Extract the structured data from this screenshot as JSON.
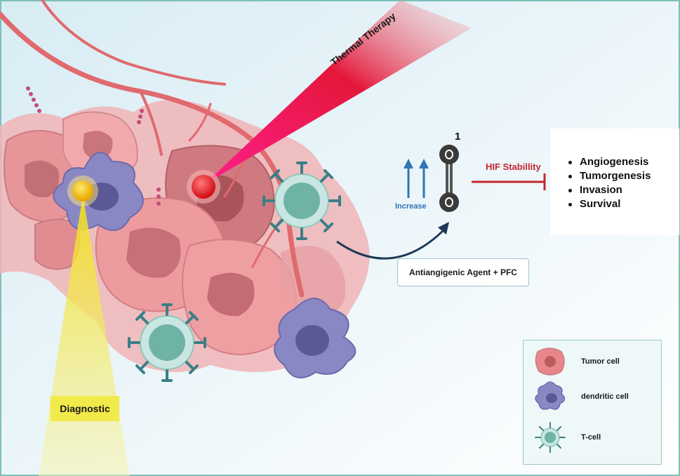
{
  "labels": {
    "thermal_therapy": "Thermal Therapy",
    "diagnostic": "Diagnostic",
    "step_number": "1",
    "increase": "Increase",
    "hif_stability": "HIF Stabillity",
    "agent": "Antiangigenic Agent + PFC"
  },
  "effects": [
    "Angiogenesis",
    "Tumorgenesis",
    "Invasion",
    "Survival"
  ],
  "legend": [
    {
      "label": "Tumor cell",
      "icon": "tumor-cell-icon"
    },
    {
      "label": "dendritic cell",
      "icon": "dendritic-cell-icon"
    },
    {
      "label": "T-cell",
      "icon": "t-cell-icon"
    }
  ],
  "colors": {
    "frame": "#7fbfba",
    "tumor": "#e8868a",
    "tumor_dark": "#b95d63",
    "dendritic": "#8a88c4",
    "tcell": "#8ec7b8",
    "vessel": "#e06a6e",
    "thermal_beam": "#e4173a",
    "diagnostic_beam": "#f2e94a",
    "hif_arrow": "#c0272d",
    "increase_arrow": "#2f76b5"
  }
}
